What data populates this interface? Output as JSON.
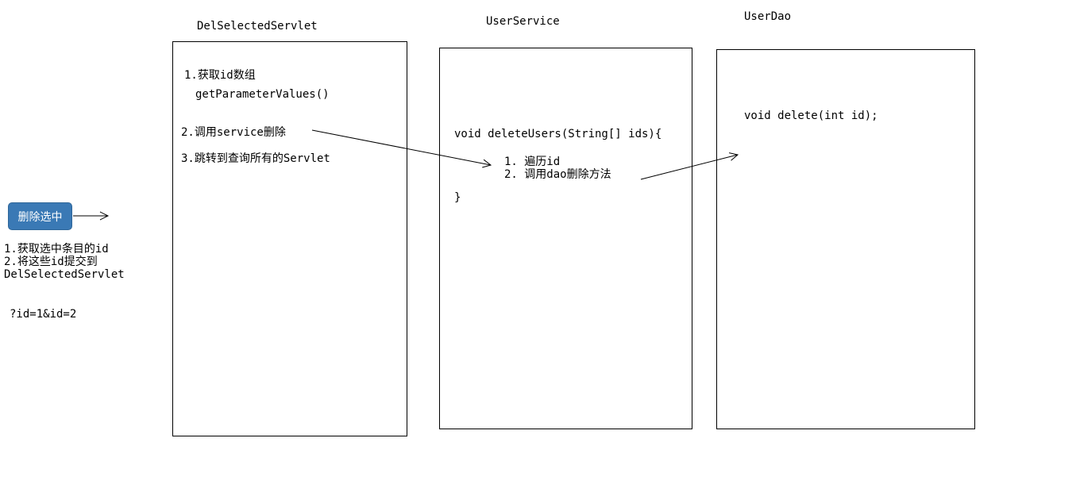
{
  "style": {
    "background": "#ffffff",
    "line_color": "#000000",
    "accent_blue": "#3a79b5",
    "button_text_color": "#ffffff"
  },
  "button": {
    "label": "删除选中"
  },
  "notes": {
    "line1": "1.获取选中条目的id",
    "line2": "2.将这些id提交到",
    "line3": "DelSelectedServlet",
    "query": "?id=1&id=2"
  },
  "boxes": {
    "servlet": {
      "title": "DelSelectedServlet",
      "line1": "1.获取id数组",
      "line2": "getParameterValues()",
      "line3": "2.调用service删除",
      "line4": "3.跳转到查询所有的Servlet"
    },
    "service": {
      "title": "UserService",
      "line1": "void deleteUsers(String[] ids){",
      "line2": "1. 遍历id",
      "line3": "2. 调用dao删除方法",
      "line4": "}"
    },
    "dao": {
      "title": "UserDao",
      "line1": "void delete(int id);"
    }
  }
}
